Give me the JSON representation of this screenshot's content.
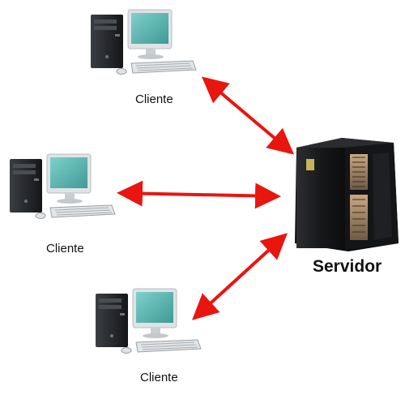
{
  "diagram": {
    "clients": [
      {
        "label": "Cliente"
      },
      {
        "label": "Cliente"
      },
      {
        "label": "Cliente"
      }
    ],
    "server": {
      "label": "Servidor"
    },
    "connections": [
      {
        "from": "client-1",
        "to": "server",
        "direction": "bidirectional"
      },
      {
        "from": "client-2",
        "to": "server",
        "direction": "bidirectional"
      },
      {
        "from": "client-3",
        "to": "server",
        "direction": "bidirectional"
      }
    ],
    "colors": {
      "arrow": "#e8160f",
      "monitor_screen": "#5fb8b3",
      "monitor_bezel": "#dfe3e5",
      "tower": "#2a2c30",
      "server_body": "#1b1c1e",
      "server_panel": "#a98a6a"
    }
  }
}
